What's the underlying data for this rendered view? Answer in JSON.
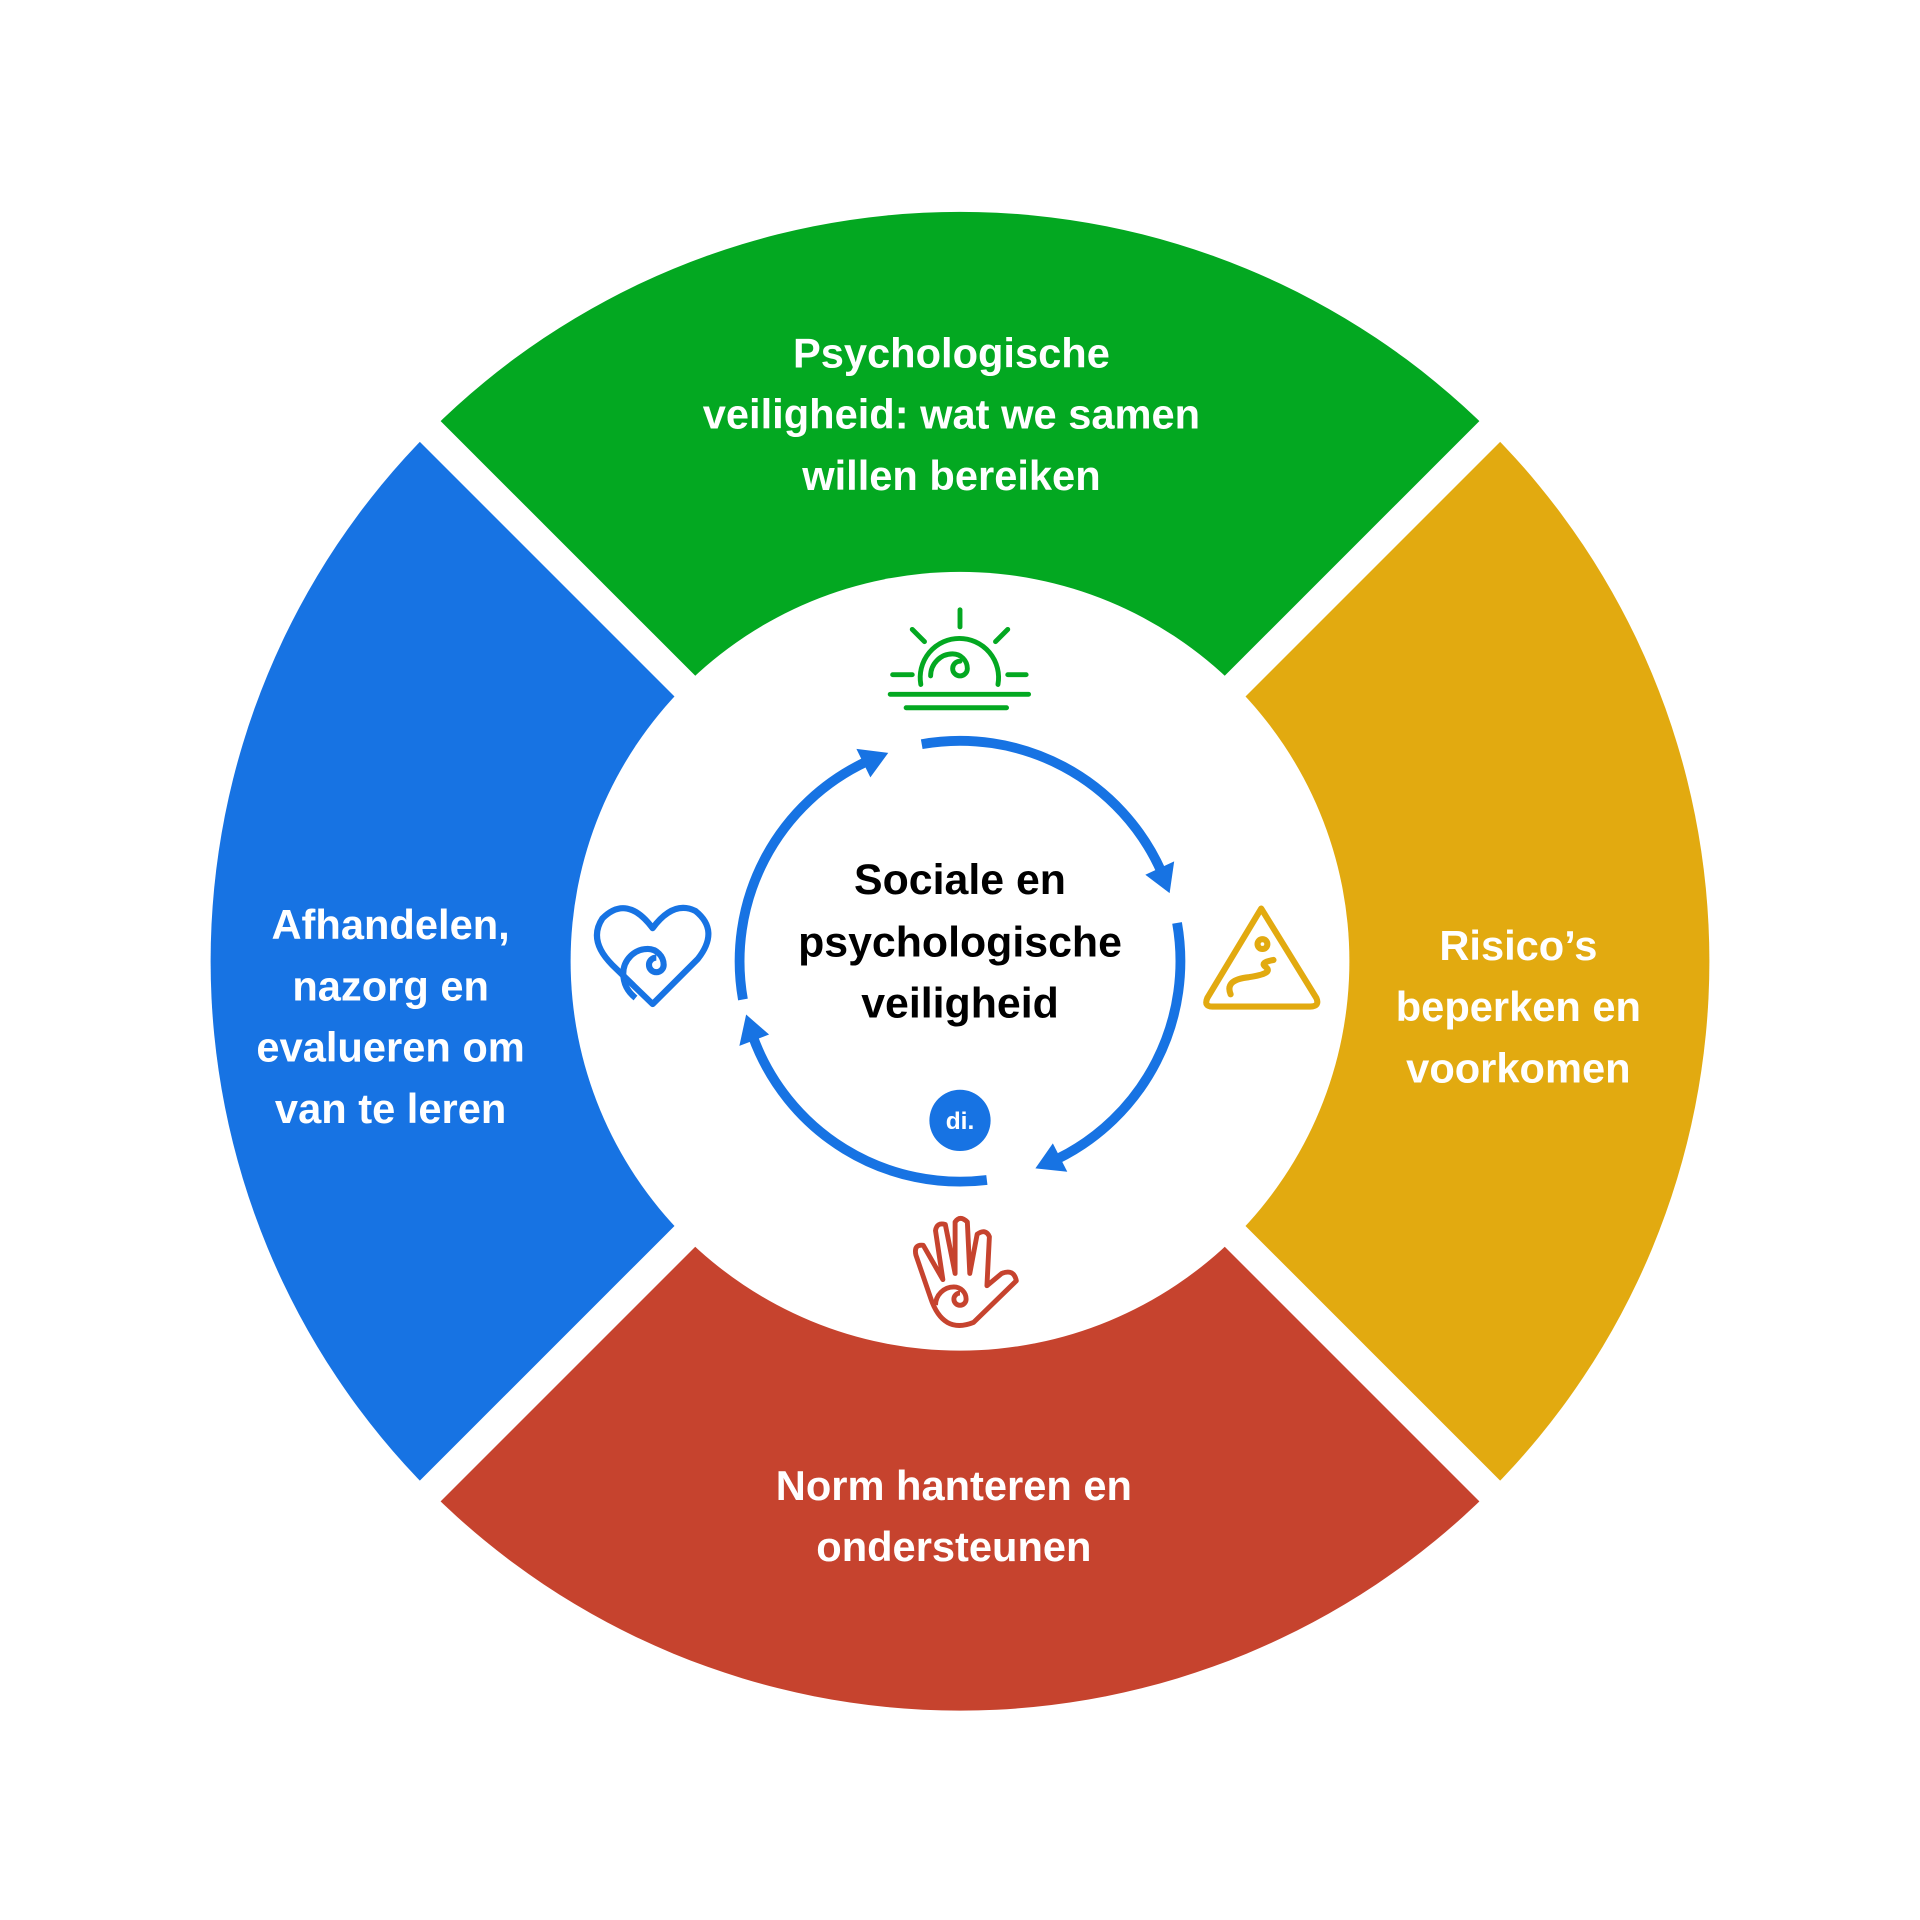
{
  "colors": {
    "green": "#03a821",
    "yellow": "#e2aa10",
    "red": "#c6432e",
    "blue": "#1773e3",
    "white": "#ffffff"
  },
  "segments": {
    "top": {
      "lines": [
        "Psychologische",
        "veiligheid: wat we samen",
        "willen bereiken"
      ],
      "icon": "sun-icon"
    },
    "right": {
      "lines": [
        "Risico’s",
        "beperken en",
        "voorkomen"
      ],
      "icon": "warning-road-icon"
    },
    "bottom": {
      "lines": [
        "Norm hanteren en",
        "ondersteunen"
      ],
      "icon": "hand-icon"
    },
    "left": {
      "lines": [
        "Afhandelen,",
        "nazorg en",
        "evalueren om",
        "van te leren"
      ],
      "icon": "heart-icon"
    }
  },
  "center": {
    "lines": [
      "Sociale en",
      "psychologische",
      "veiligheid"
    ]
  },
  "logo": {
    "text": "di."
  }
}
